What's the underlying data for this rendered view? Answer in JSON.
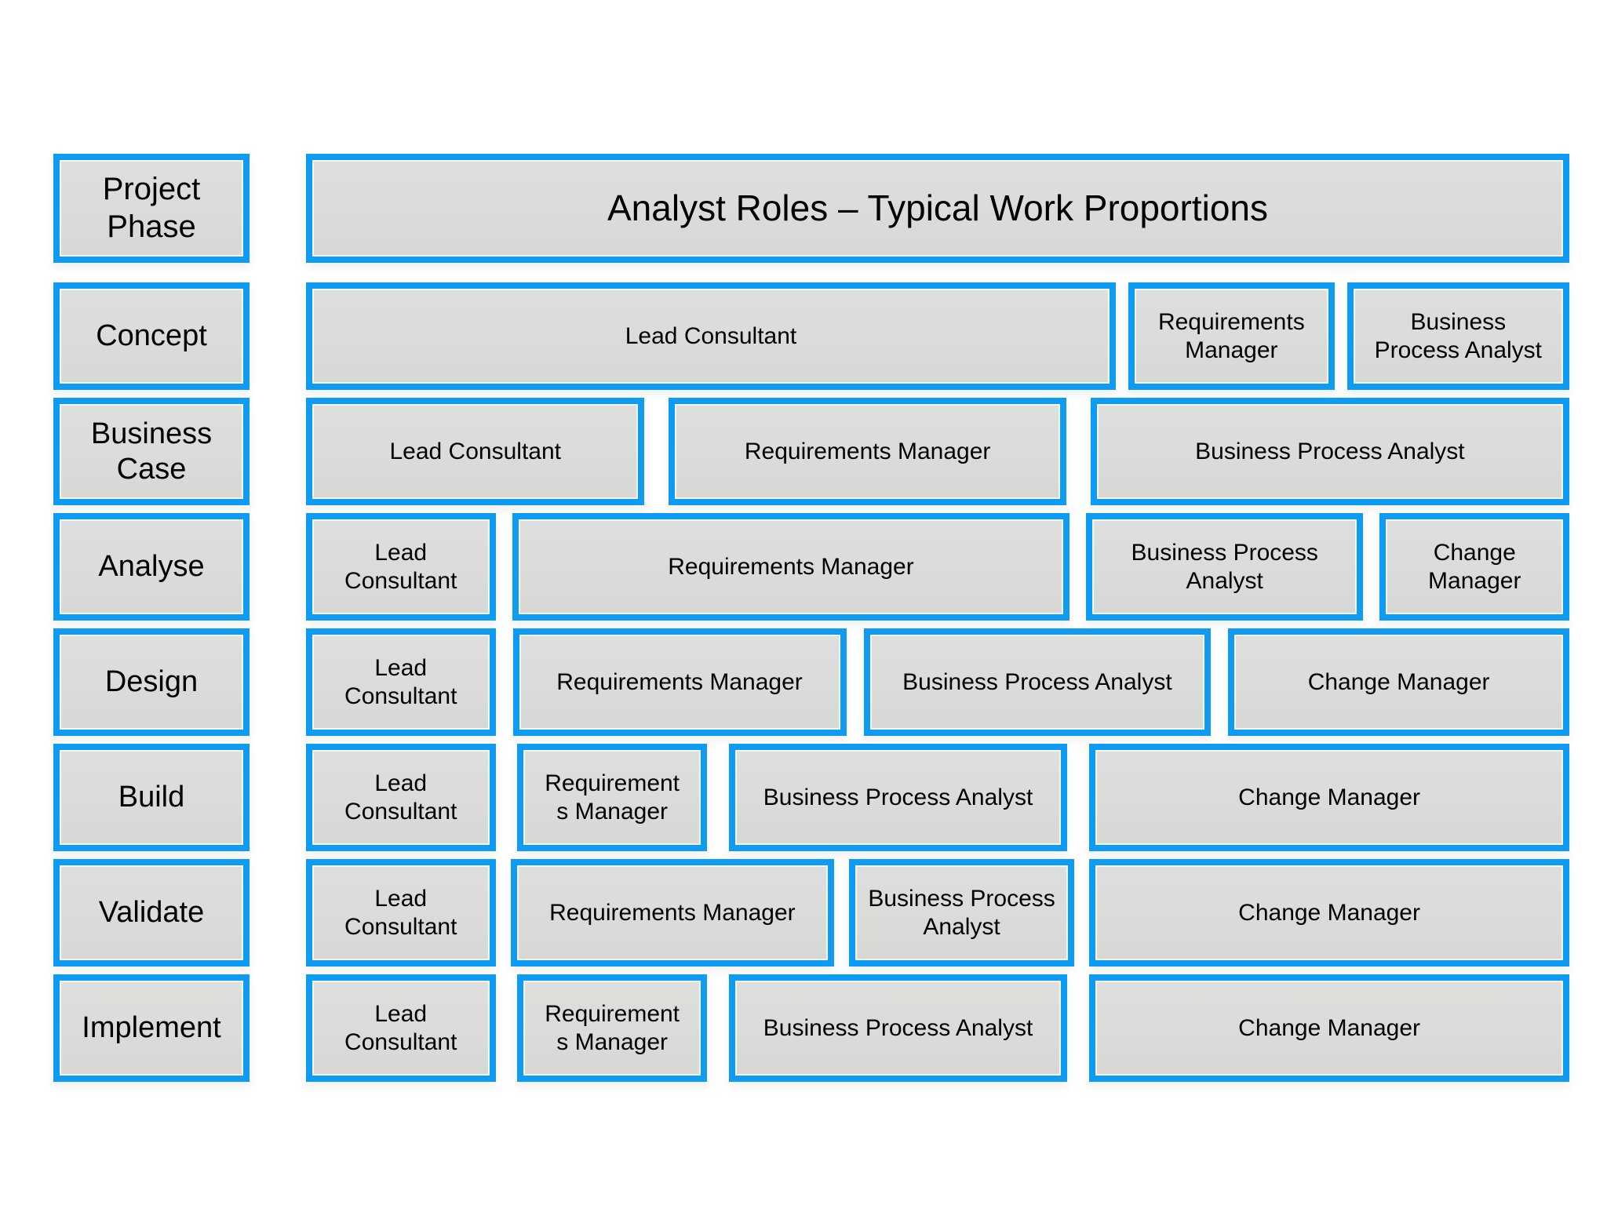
{
  "header": {
    "phase_column": "Project\nPhase",
    "title": "Analyst Roles – Typical Work Proportions"
  },
  "colors": {
    "accent_blue": "#0d9bf3",
    "box_fill": "#dbdbd9",
    "text": "#000000",
    "background": "#ffffff"
  },
  "rows": [
    {
      "phase": "Concept",
      "cells": [
        {
          "label": "Lead Consultant",
          "width": 64.1
        },
        {
          "label": "Requirements\nManager",
          "width": 16.3
        },
        {
          "label": "Business\nProcess Analyst",
          "width": 17.6
        }
      ]
    },
    {
      "phase": "Business\nCase",
      "cells": [
        {
          "label": "Lead Consultant",
          "width": 26.8
        },
        {
          "label": "Requirements Manager",
          "width": 31.5
        },
        {
          "label": "Business Process Analyst",
          "width": 37.9
        }
      ]
    },
    {
      "phase": "Analyse",
      "cells": [
        {
          "label": "Lead\nConsultant",
          "width": 15.0
        },
        {
          "label": "Requirements Manager",
          "width": 44.1
        },
        {
          "label": "Business Process\nAnalyst",
          "width": 21.9
        },
        {
          "label": "Change\nManager",
          "width": 15.0
        }
      ]
    },
    {
      "phase": "Design",
      "cells": [
        {
          "label": "Lead\nConsultant",
          "width": 15.0
        },
        {
          "label": "Requirements Manager",
          "width": 26.4
        },
        {
          "label": "Business Process Analyst",
          "width": 27.5
        },
        {
          "label": "Change Manager",
          "width": 27.0
        }
      ]
    },
    {
      "phase": "Build",
      "cells": [
        {
          "label": "Lead\nConsultant",
          "width": 15.0
        },
        {
          "label": "Requirement\ns Manager",
          "width": 15.0
        },
        {
          "label": "Business Process Analyst",
          "width": 26.8
        },
        {
          "label": "Change Manager",
          "width": 38.0
        }
      ]
    },
    {
      "phase": "Validate",
      "cells": [
        {
          "label": "Lead\nConsultant",
          "width": 15.0
        },
        {
          "label": "Requirements Manager",
          "width": 25.6
        },
        {
          "label": "Business Process\nAnalyst",
          "width": 17.8
        },
        {
          "label": "Change Manager",
          "width": 38.0
        }
      ]
    },
    {
      "phase": "Implement",
      "cells": [
        {
          "label": "Lead\nConsultant",
          "width": 15.0
        },
        {
          "label": "Requirement\ns Manager",
          "width": 15.0
        },
        {
          "label": "Business Process Analyst",
          "width": 26.8
        },
        {
          "label": "Change Manager",
          "width": 38.0
        }
      ]
    }
  ]
}
